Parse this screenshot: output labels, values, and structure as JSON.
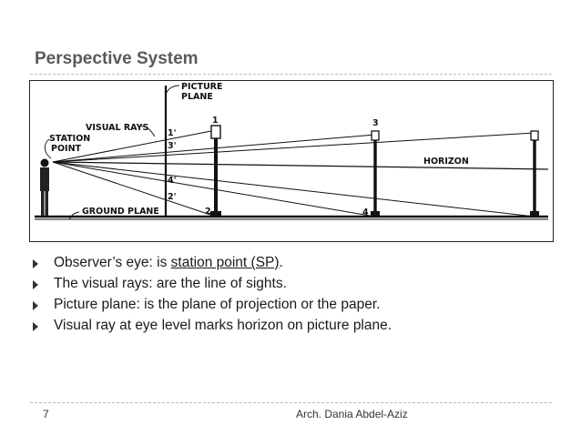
{
  "slide": {
    "title": "Perspective System",
    "page_number": "7",
    "author": "Arch. Dania Abdel-Aziz"
  },
  "figure": {
    "labels": {
      "picture_plane_line1": "PICTURE",
      "picture_plane_line2": "PLANE",
      "visual_rays": "VISUAL RAYS",
      "station_point_line1": "STATION",
      "station_point_line2": "POINT",
      "ground_plane": "GROUND PLANE",
      "horizon": "HORIZON",
      "marker_1": "1",
      "marker_2": "2",
      "marker_3": "3",
      "marker_4": "4",
      "marker_1p": "1'",
      "marker_2p": "2'",
      "marker_3p": "3'",
      "marker_4p": "4'"
    }
  },
  "bullets": [
    {
      "prefix": "Observer’s eye: is ",
      "link": "station point (SP)",
      "suffix": "."
    },
    {
      "text": "The visual rays: are the line of sights."
    },
    {
      "text": "Picture plane: is the plane of projection or the paper."
    },
    {
      "text": "Visual ray at eye level marks horizon on picture plane."
    }
  ]
}
